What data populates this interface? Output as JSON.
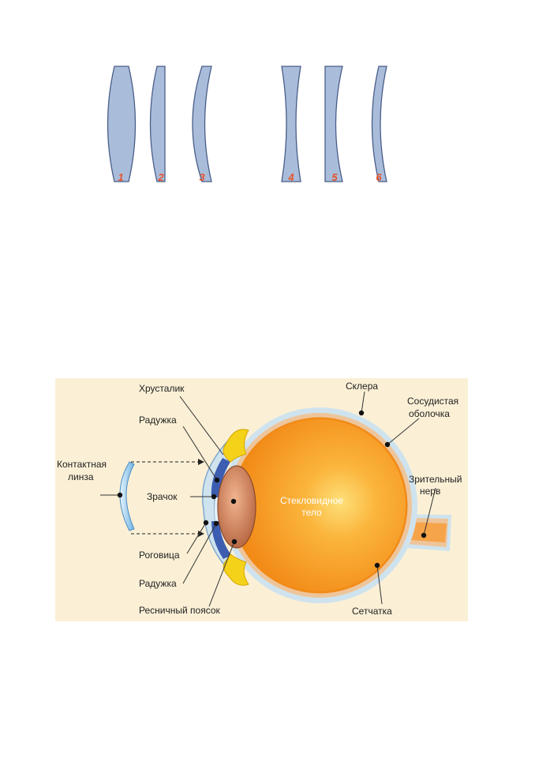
{
  "lenses": {
    "numbers": [
      "1",
      "2",
      "3",
      "4",
      "5",
      "6"
    ]
  },
  "eye": {
    "labels": {
      "lens": "Хрусталик",
      "iris_top": "Радужка",
      "contact_lens": [
        "Контактная",
        "линза"
      ],
      "pupil": "Зрачок",
      "cornea": "Роговица",
      "iris_bottom": "Радужка",
      "ciliary_zonule": "Ресничный поясок",
      "sclera": "Склера",
      "choroid": [
        "Сосудистая",
        "оболочка"
      ],
      "optic_nerve": [
        "Зрительный",
        "нерв"
      ],
      "vitreous_body": [
        "Стекловидное",
        "тело"
      ],
      "retina": "Сетчатка"
    },
    "colors": {
      "background": "#fbf0d6",
      "sclera": "#cfe3ee",
      "choroid": "#eec59a",
      "eyeball": "#f7961c",
      "lens": "#c97a55",
      "iris": "#3d5db0",
      "ciliary": "#f5d21a",
      "contact_lens": "#8fc6ea"
    }
  }
}
